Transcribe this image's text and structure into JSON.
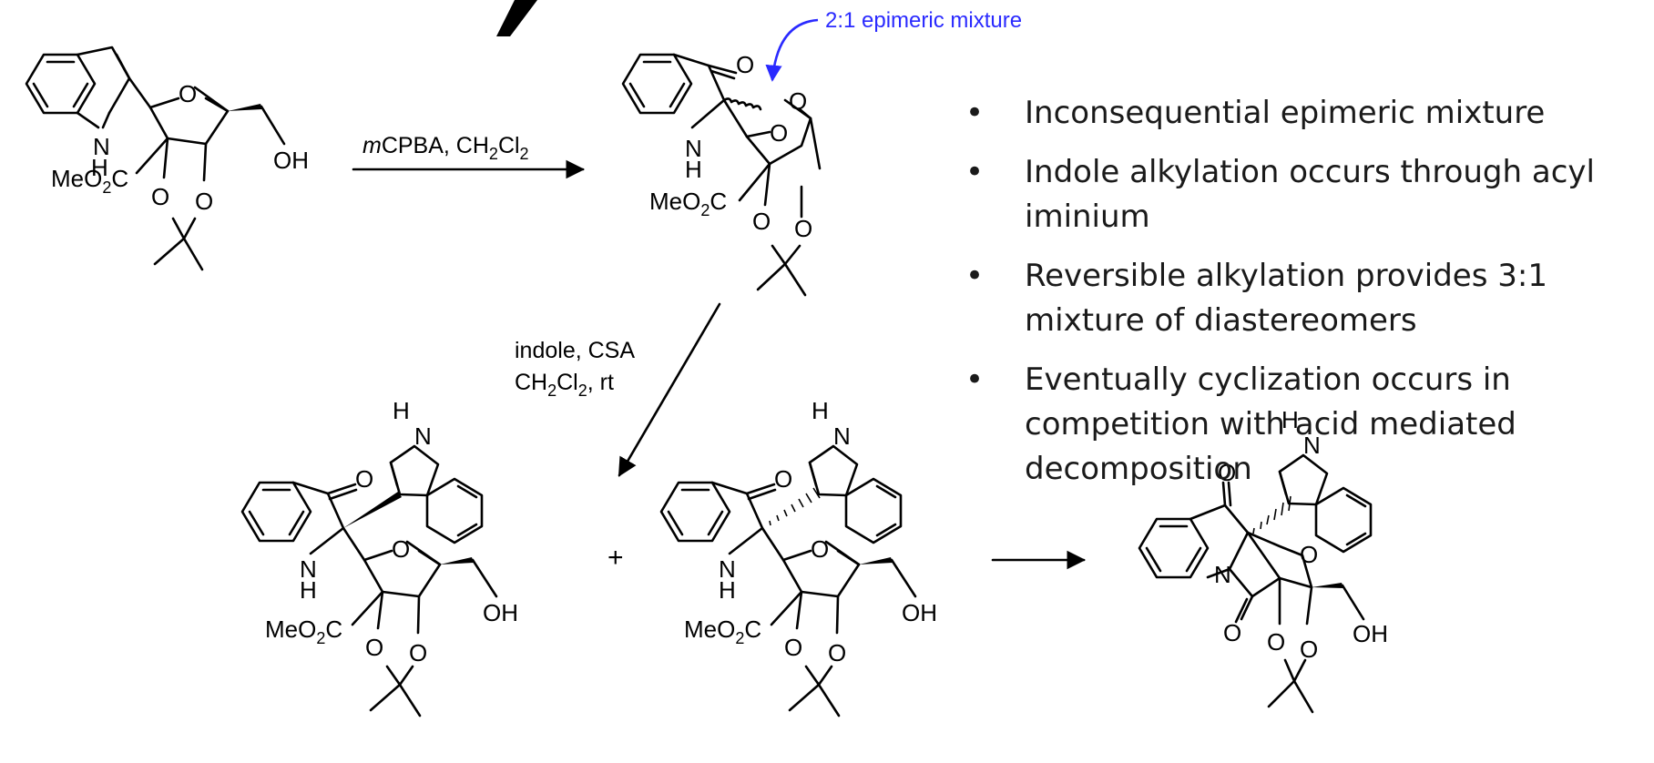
{
  "annotation": {
    "text": "2:1 epimeric mixture",
    "color": "#2a2aff"
  },
  "reagents_step1": {
    "italic": "m",
    "text": "CPBA, CH",
    "sub1": "2",
    "mid": "Cl",
    "sub2": "2"
  },
  "reagents_step2": {
    "line1": "indole, CSA",
    "line2_a": "CH",
    "line2_sub1": "2",
    "line2_b": "Cl",
    "line2_sub2": "2",
    "line2_c": ", rt"
  },
  "plus": "+",
  "labels": {
    "H": "H",
    "N": "N",
    "O": "O",
    "OH": "OH",
    "MeO": "MeO",
    "two": "2",
    "C": "C"
  },
  "bullets": [
    "Inconsequential epimeric mixture",
    "Indole alkylation occurs through acyl iminium",
    "Reversible alkylation provides 3:1 mixture of diastereomers",
    "Eventually cyclization occurs in competition with acid mediated decomposition"
  ],
  "bullet_symbol": "•"
}
